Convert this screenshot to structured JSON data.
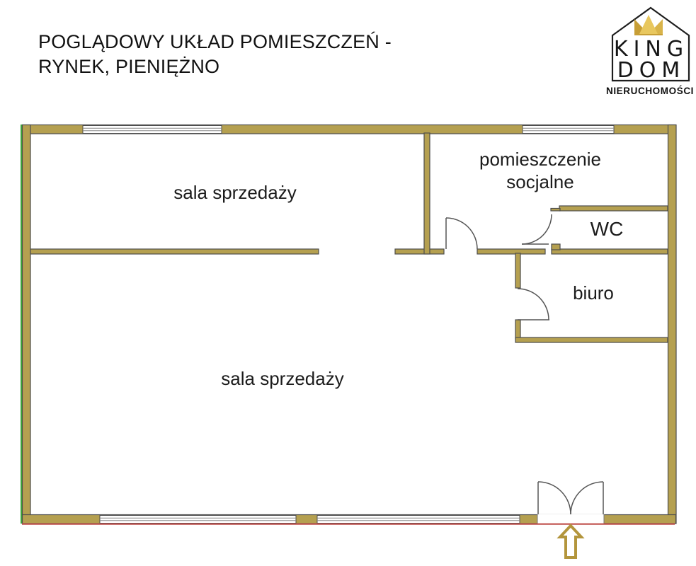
{
  "header": {
    "title_line1": "POGLĄDOWY UKŁAD POMIESZCZEŃ -",
    "title_line2": "RYNEK, PIENIĘŻNO"
  },
  "logo": {
    "brand_top": "KING",
    "brand_bottom": "DOM",
    "subtitle": "NIERUCHOMOŚCI"
  },
  "floorplan": {
    "rooms": {
      "sala_top": "sala sprzedaży",
      "socjalne_line1": "pomieszczenie",
      "socjalne_line2": "socjalne",
      "wc": "WC",
      "biuro": "biuro",
      "sala_main": "sala sprzedaży"
    },
    "colors": {
      "wall": "#B5A050",
      "outline": "#4E4E4E",
      "red_line": "#C0504D",
      "green_line": "#3BA13B",
      "arrow": "#B3953C",
      "crown_dark": "#C79E36",
      "crown_mid": "#D9B44A",
      "crown_light": "#E8C75E",
      "text": "#1C1C1C"
    }
  }
}
